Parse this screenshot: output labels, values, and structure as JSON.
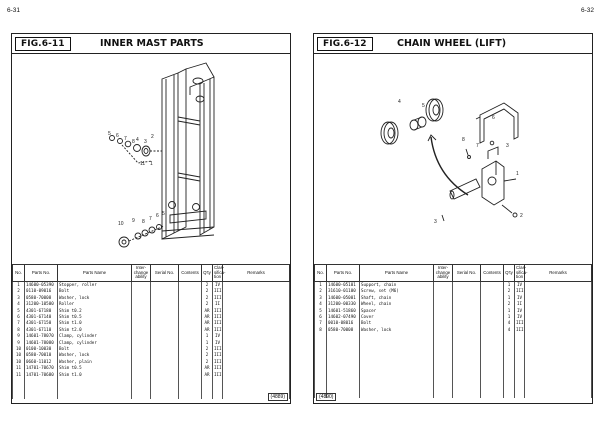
{
  "left": {
    "page_number": "6-31",
    "fig_label": "FIG.6-11",
    "fig_title": "INNER MAST PARTS",
    "columns": [
      "No.",
      "Parts No.",
      "Parts Name",
      "Inter-change ability",
      "Serial No.",
      "Contents",
      "Q'ty",
      "Clas-sifica-tion",
      "Remarks"
    ],
    "rows": [
      [
        "1",
        "14600-05390",
        "Stopper, roller",
        "",
        "",
        "",
        "2",
        "IV",
        ""
      ],
      [
        "2",
        "0110-09016",
        "Bolt",
        "",
        "",
        "",
        "2",
        "III",
        ""
      ],
      [
        "3",
        "0580-70008",
        "Washer, lock",
        "",
        "",
        "",
        "2",
        "III",
        ""
      ],
      [
        "4",
        "31200-10500",
        "Roller",
        "",
        "",
        "",
        "2",
        "II",
        ""
      ],
      [
        "5",
        "4301-67180",
        "Shim t0.2",
        "",
        "",
        "",
        "AR",
        "III",
        ""
      ],
      [
        "6",
        "4301-67140",
        "Shim t0.5",
        "",
        "",
        "",
        "AR",
        "III",
        ""
      ],
      [
        "7",
        "4301-67150",
        "Shim t1.0",
        "",
        "",
        "",
        "AR",
        "III",
        ""
      ],
      [
        "8",
        "4301-67110",
        "Shim t2.0",
        "",
        "",
        "",
        "AR",
        "III",
        ""
      ],
      [
        "9",
        "14601-78070",
        "Clamp, cylinder",
        "",
        "",
        "",
        "1",
        "IV",
        ""
      ],
      [
        "9",
        "14601-78080",
        "Clamp, cylinder",
        "",
        "",
        "",
        "1",
        "IV",
        ""
      ],
      [
        "10",
        "0100-10030",
        "Bolt",
        "",
        "",
        "",
        "2",
        "III",
        ""
      ],
      [
        "10",
        "0580-70010",
        "Washer, lock",
        "",
        "",
        "",
        "2",
        "III",
        ""
      ],
      [
        "10",
        "0660-11012",
        "Washer, plain",
        "",
        "",
        "",
        "2",
        "III",
        ""
      ],
      [
        "11",
        "14701-70670",
        "Shim t0.5",
        "",
        "",
        "",
        "AR",
        "III",
        ""
      ],
      [
        "11",
        "14701-70680",
        "Shim t1.0",
        "",
        "",
        "",
        "AR",
        "III",
        ""
      ]
    ],
    "footer_code": "(4889)"
  },
  "right": {
    "page_number": "6-32",
    "fig_label": "FIG.6-12",
    "fig_title": "CHAIN WHEEL (LIFT)",
    "columns": [
      "No.",
      "Parts No.",
      "Parts Name",
      "Inter-change ability",
      "Serial No.",
      "Contents",
      "Q'ty",
      "Clas-sifica-tion",
      "Remarks"
    ],
    "rows": [
      [
        "1",
        "14600-05101",
        "Support, chain",
        "",
        "",
        "",
        "1",
        "IV",
        ""
      ],
      [
        "2",
        "31610-01100",
        "Screw, set (M6)",
        "",
        "",
        "",
        "2",
        "III",
        ""
      ],
      [
        "3",
        "14600-05001",
        "Shaft, chain",
        "",
        "",
        "",
        "1",
        "IV",
        ""
      ],
      [
        "4",
        "31200-00330",
        "Wheel, chain",
        "",
        "",
        "",
        "2",
        "II",
        ""
      ],
      [
        "5",
        "14601-51860",
        "Spacer",
        "",
        "",
        "",
        "1",
        "IV",
        ""
      ],
      [
        "6",
        "14602-07490",
        "Cover",
        "",
        "",
        "",
        "1",
        "IV",
        ""
      ],
      [
        "7",
        "0010-08016",
        "Bolt",
        "",
        "",
        "",
        "4",
        "III",
        ""
      ],
      [
        "8",
        "0580-70008",
        "Washer, lock",
        "",
        "",
        "",
        "4",
        "III",
        ""
      ]
    ],
    "footer_code": "(4890)"
  }
}
